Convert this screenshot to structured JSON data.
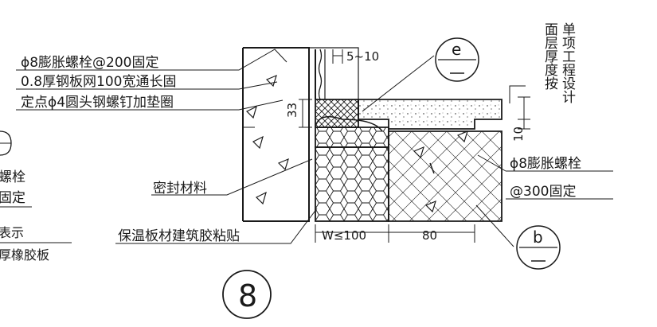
{
  "annotations": {
    "bolt_200": "ϕ8膨胀螺栓@200固定",
    "mesh_line": "0.8厚钢板网100宽通长固",
    "mesh_line2": "定点ϕ4圆头钢螺钉加垫圈",
    "seal": "密封材料",
    "insulation": "保温板材建筑胶粘贴",
    "bolt_300_line1": "ϕ8膨胀螺栓",
    "bolt_300_line2": "@300固定",
    "roof_vertical_1": "面层厚度按",
    "roof_vertical_2": "单项工程设计",
    "left_partial_1": "螺栓",
    "left_partial_2": "固定",
    "left_partial_3": "表示",
    "left_partial_4": "厚橡胶板"
  },
  "dimensions": {
    "gap": "5~10",
    "width": "W≤100",
    "width2": "80",
    "h33": "33",
    "h10": "10"
  },
  "callouts": {
    "e_top": "e",
    "b_top": "b",
    "detail_no": "8"
  },
  "colors": {
    "ink": "#1a1a1a",
    "background": "#ffffff"
  }
}
